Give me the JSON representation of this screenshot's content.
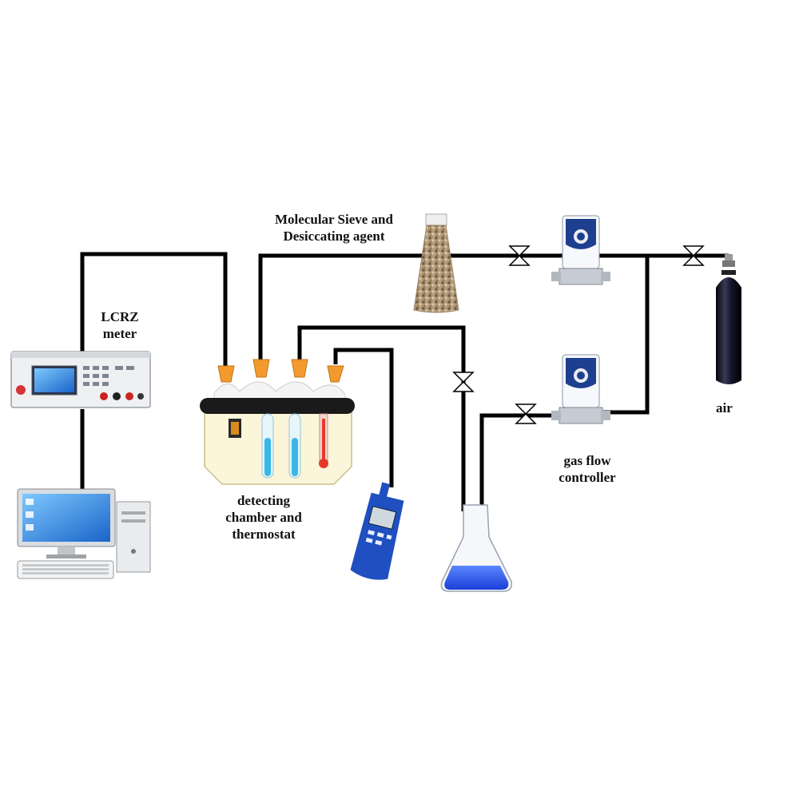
{
  "labels": {
    "molecular_sieve": [
      "Molecular Sieve and",
      "Desiccating agent"
    ],
    "lcrz_meter": [
      "LCRZ",
      "meter"
    ],
    "detecting_chamber": [
      "detecting",
      "chamber and",
      "thermostat"
    ],
    "gas_flow_controller": [
      "gas flow",
      "controller"
    ],
    "air": "air"
  },
  "colors": {
    "pipe": "#000000",
    "stopper": "#f39a2e",
    "flow_controller_accent": "#1e3f8f",
    "liquid": "#2f5ff0",
    "hygrometer": "#1f4fc0",
    "thermometer_red": "#e23b2b",
    "cylinder": "#101020"
  },
  "components": [
    {
      "name": "LCRZ meter",
      "icon": "lcrz-meter-icon"
    },
    {
      "name": "computer",
      "icon": "computer-icon"
    },
    {
      "name": "detecting chamber",
      "icon": "reaction-vessel-icon"
    },
    {
      "name": "molecular sieve flask",
      "icon": "sieve-flask-icon"
    },
    {
      "name": "gas flow controller (top)",
      "icon": "mass-flow-controller-icon"
    },
    {
      "name": "gas flow controller (bottom)",
      "icon": "mass-flow-controller-icon"
    },
    {
      "name": "air cylinder",
      "icon": "gas-cylinder-icon"
    },
    {
      "name": "hygrometer",
      "icon": "hygrometer-icon"
    },
    {
      "name": "bubbler flask",
      "icon": "erlenmeyer-flask-icon"
    },
    {
      "name": "valves",
      "icon": "valve-icon"
    }
  ]
}
